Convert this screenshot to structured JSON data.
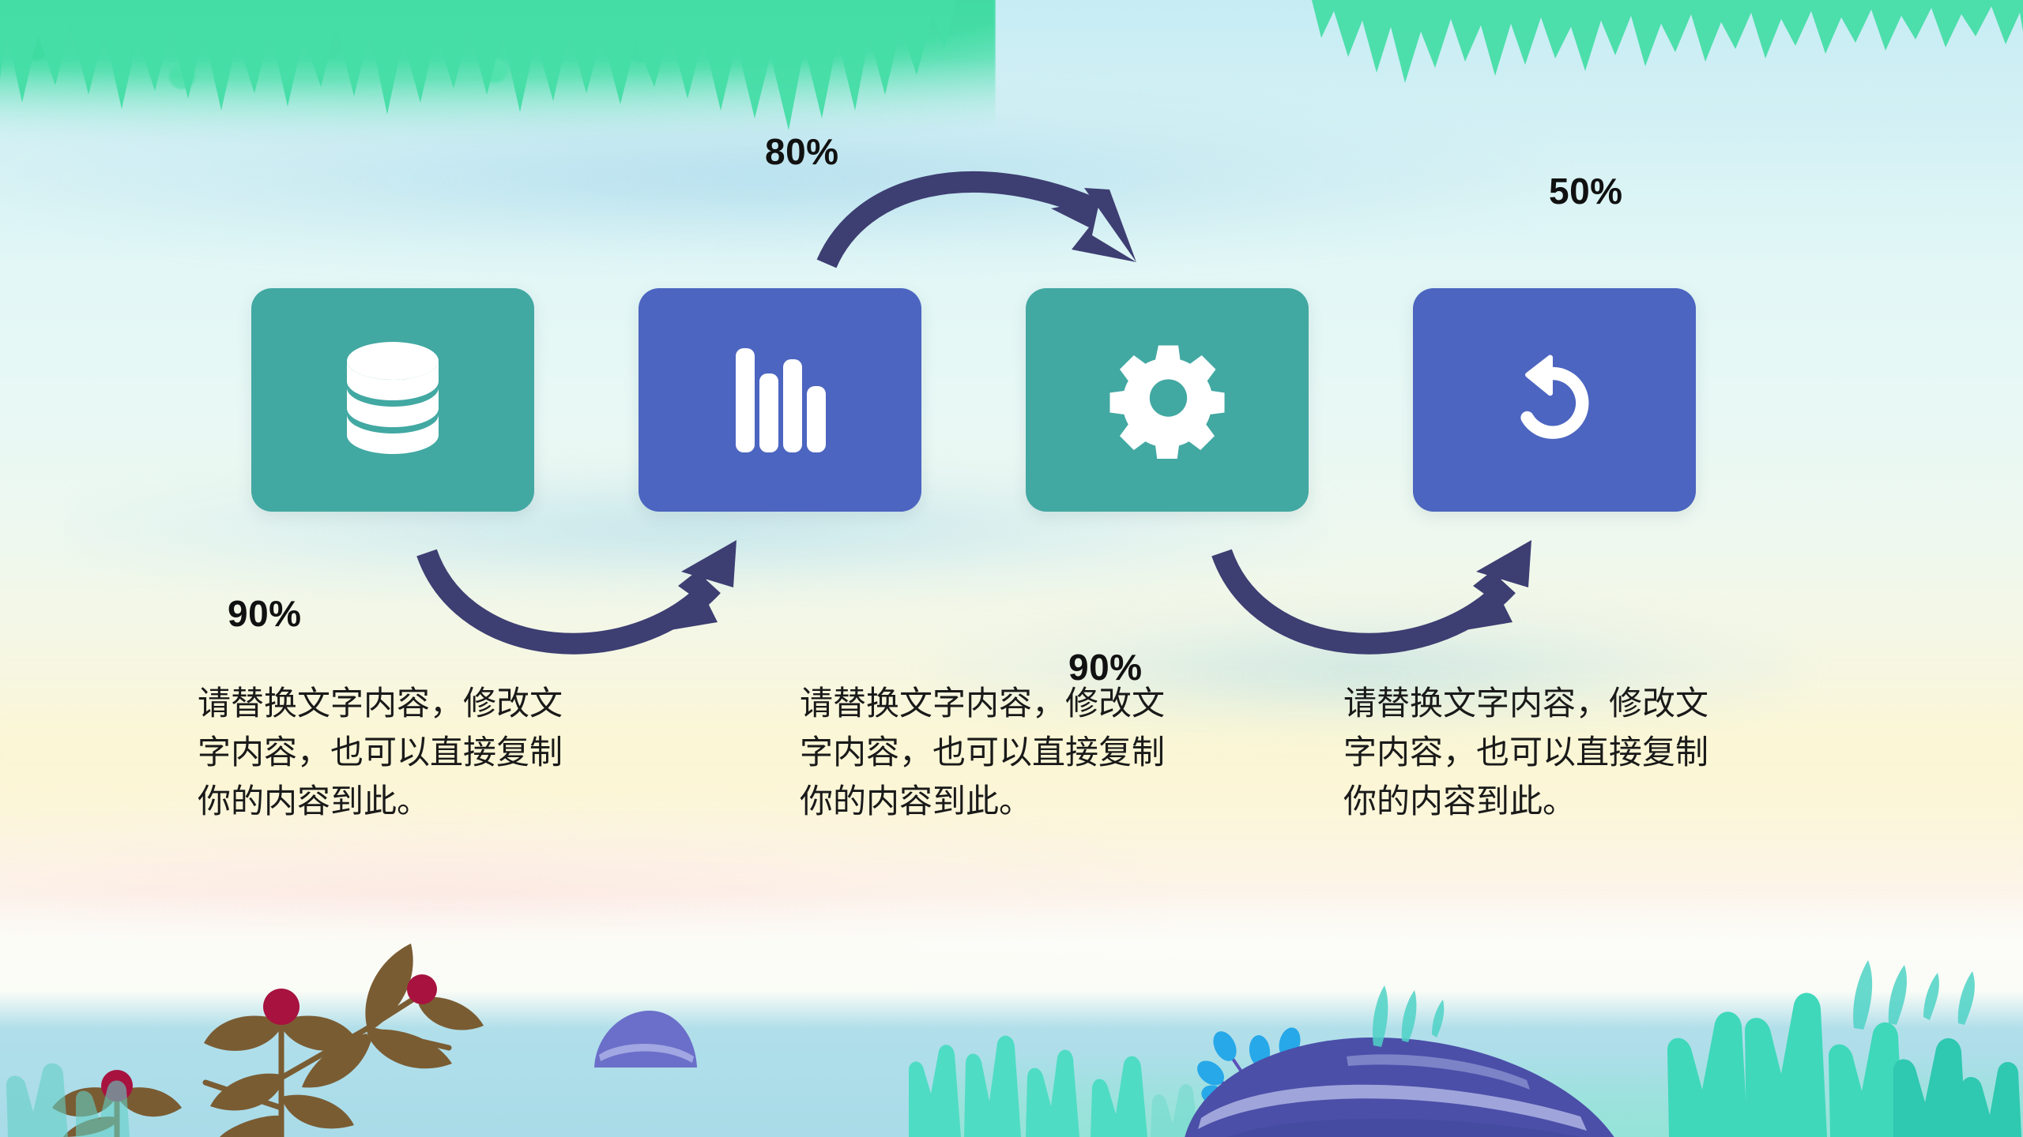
{
  "slide": {
    "type": "process-cycle-infographic",
    "background_style": "watercolor-nature-illustration"
  },
  "colors": {
    "teal_card": "#42A8A2",
    "blue_card": "#4C65C0",
    "arrow": "#3D3E72",
    "label_text": "#111111",
    "body_text": "#1A1A1A",
    "background_top": "#DDF6F7",
    "foliage_green": "#45DDA5",
    "berry_red": "#A7123F",
    "rock_purple": "#4B4FA8"
  },
  "cards": [
    {
      "id": "card-1",
      "icon": "database-icon",
      "icon_label": "database",
      "color": "#42A8A2"
    },
    {
      "id": "card-2",
      "icon": "bar-chart-icon",
      "icon_label": "bar-chart",
      "color": "#4C65C0"
    },
    {
      "id": "card-3",
      "icon": "gear-icon",
      "icon_label": "gear",
      "color": "#42A8A2"
    },
    {
      "id": "card-4",
      "icon": "undo-icon",
      "icon_label": "undo-rotate-left",
      "color": "#4C65C0"
    }
  ],
  "percentages": [
    {
      "id": "pct-top-1",
      "value": "80%",
      "position": "above-arc-1"
    },
    {
      "id": "pct-top-2",
      "value": "50%",
      "position": "above-right"
    },
    {
      "id": "pct-bottom-1",
      "value": "90%",
      "position": "left-column"
    },
    {
      "id": "pct-bottom-2",
      "value": "90%",
      "position": "middle-column"
    }
  ],
  "arrows": [
    {
      "id": "arrow-top",
      "direction": "down-right",
      "shape": "arc-over",
      "from": "card-2",
      "to": "card-3"
    },
    {
      "id": "arrow-left",
      "direction": "up-right",
      "shape": "arc-under",
      "from": "card-1",
      "to": "card-2"
    },
    {
      "id": "arrow-right",
      "direction": "up-right",
      "shape": "arc-under",
      "from": "card-3",
      "to": "card-4"
    }
  ],
  "text_blocks": [
    {
      "id": "text-1",
      "body": "请替换文字内容，修改文字内容，也可以直接复制你的内容到此。"
    },
    {
      "id": "text-2",
      "body": "请替换文字内容，修改文字内容，也可以直接复制你的内容到此。"
    },
    {
      "id": "text-3",
      "body": "请替换文字内容，修改文字内容，也可以直接复制你的内容到此。"
    }
  ]
}
